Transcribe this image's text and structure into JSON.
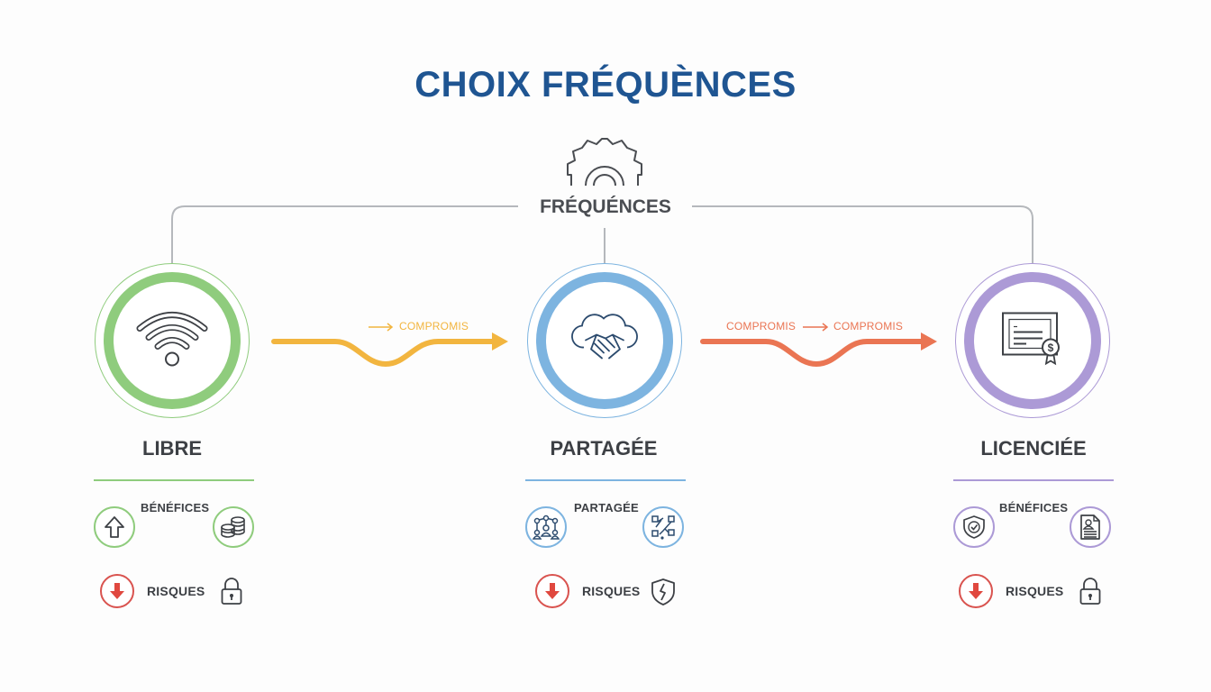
{
  "title": "CHOIX FRÉQUÈNCES",
  "hub": {
    "label": "FRÉQUÉNCES",
    "icon": "gear-icon"
  },
  "colors": {
    "title": "#1f5592",
    "connector": "#b5b8bc",
    "libre": "#8fcc7d",
    "partagee": "#7db4e0",
    "licenciee": "#ac9ad6",
    "flow1": "#f2b53f",
    "flow2": "#ea7553",
    "risk": "#d9534f"
  },
  "flows": [
    {
      "labels": [
        "→",
        "COMPROMIS"
      ],
      "color": "#f2b53f"
    },
    {
      "labels": [
        "COMPROMIS",
        "→",
        "COMPROMIS"
      ],
      "color": "#ea7553"
    }
  ],
  "nodes": [
    {
      "id": "libre",
      "title": "LIBRE",
      "main_icon": "wifi-icon",
      "section_label": "BÉNÉFICES",
      "left_icon": "arrow-up-icon",
      "right_icon": "coins-icon",
      "risk_label": "RISQUES",
      "risk_icon": "arrow-down-icon",
      "risk_side_icon": "lock-icon"
    },
    {
      "id": "partagee",
      "title": "PARTAGÉE",
      "main_icon": "cloud-handshake-icon",
      "section_label": "PARTAGÉE",
      "left_icon": "network-people-icon",
      "right_icon": "circuit-icon",
      "risk_label": "RISQUES",
      "risk_icon": "arrow-down-icon",
      "risk_side_icon": "broken-shield-icon"
    },
    {
      "id": "licenciee",
      "title": "LICENCIÉE",
      "main_icon": "certificate-icon",
      "section_label": "BÉNÉFICES",
      "left_icon": "shield-check-icon",
      "right_icon": "document-profile-icon",
      "risk_label": "RISQUES",
      "risk_icon": "arrow-down-icon",
      "risk_side_icon": "lock-icon"
    }
  ]
}
